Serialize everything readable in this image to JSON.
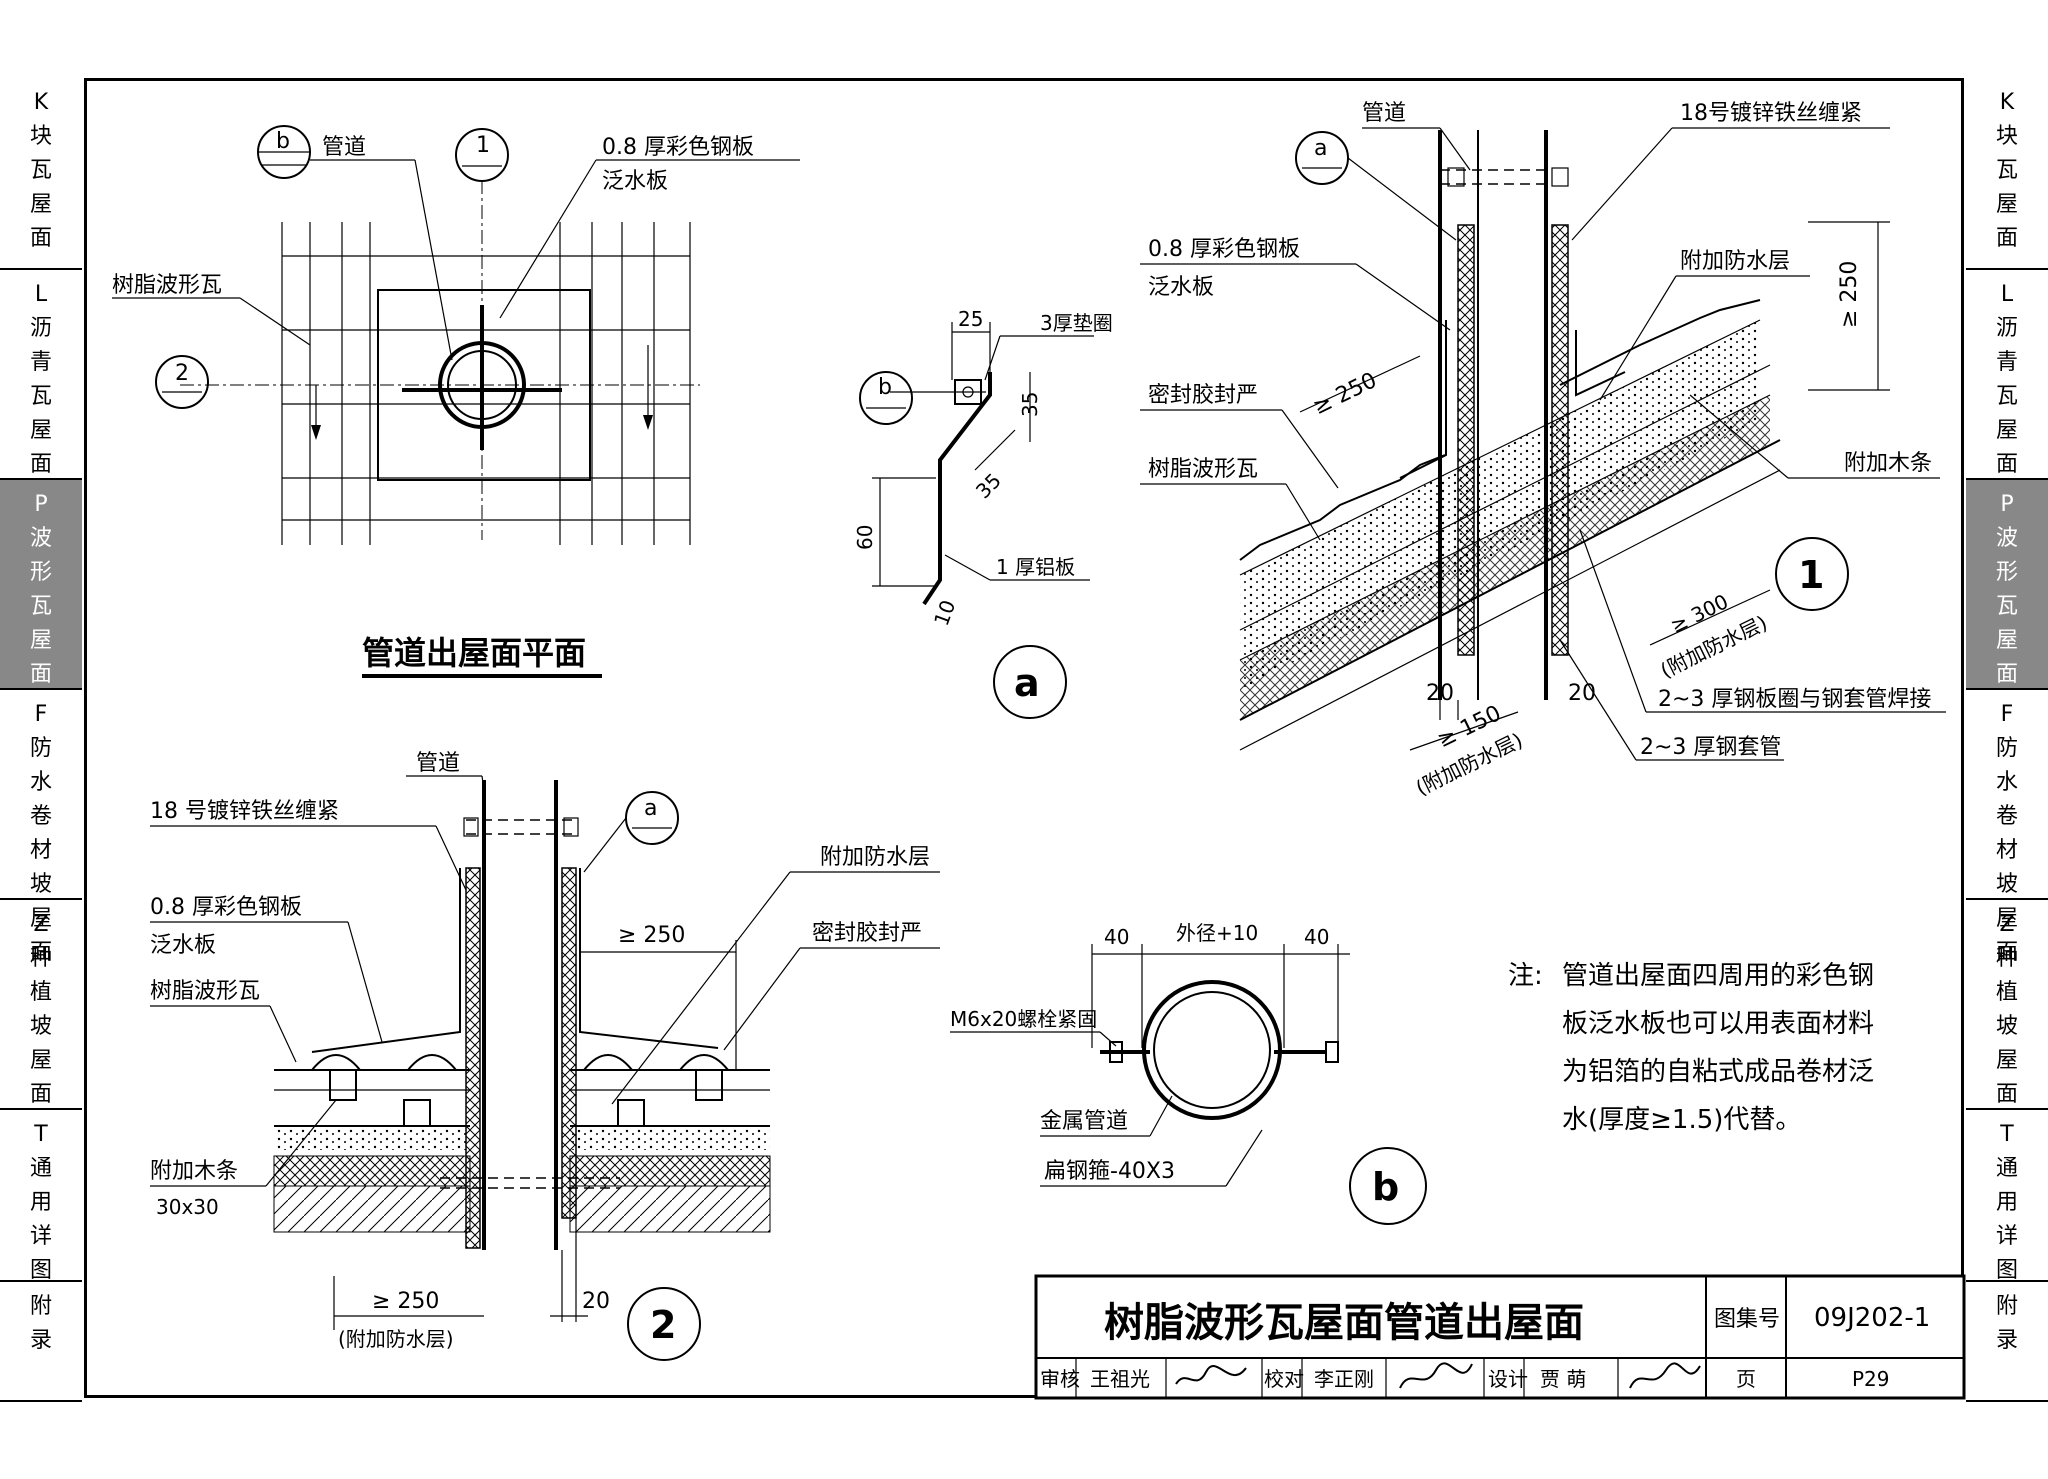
{
  "sidebar": {
    "tabs": [
      {
        "chars": [
          "K",
          "块",
          "瓦",
          "屋",
          "面"
        ],
        "active": false
      },
      {
        "chars": [
          "L",
          "沥",
          "青",
          "瓦",
          "屋",
          "面"
        ],
        "active": false
      },
      {
        "chars": [
          "P",
          "波",
          "形",
          "瓦",
          "屋",
          "面"
        ],
        "active": true
      },
      {
        "chars": [
          "F",
          "防",
          "水",
          "卷",
          "材",
          "坡",
          "屋",
          "面"
        ],
        "active": false
      },
      {
        "chars": [
          "Z",
          "种",
          "植",
          "坡",
          "屋",
          "面"
        ],
        "active": false
      },
      {
        "chars": [
          "T",
          "通",
          "用",
          "详",
          "图"
        ],
        "active": false
      },
      {
        "chars": [
          "附",
          "录"
        ],
        "active": false
      }
    ]
  },
  "plan": {
    "title": "管道出屋面平面",
    "label_pipe": "管道",
    "label_flashing_1": "0.8 厚彩色钢板",
    "label_flashing_2": "泛水板",
    "label_tile": "树脂波形瓦",
    "marker_b": "b",
    "marker_1": "1",
    "marker_2": "2"
  },
  "detail_a": {
    "label": "a",
    "marker_b": "b",
    "dim_25": "25",
    "dim_35a": "35",
    "dim_35b": "35",
    "dim_60": "60",
    "dim_10": "10",
    "label_washer": "3厚垫圈",
    "label_plate": "1 厚铝板"
  },
  "section_1": {
    "label": "1",
    "marker_a": "a",
    "label_pipe": "管道",
    "label_wire": "18号镀锌铁丝缠紧",
    "label_flashing_1": "0.8 厚彩色钢板",
    "label_flashing_2": "泛水板",
    "label_extra_waterproof": "附加防水层",
    "label_sealant": "密封胶封严",
    "label_tile": "树脂波形瓦",
    "label_batten": "附加木条",
    "dim_250_top": "≥ 250",
    "dim_250_left": "≥ 250",
    "dim_300": "≥ 300",
    "dim_300_note": "(附加防水层)",
    "dim_150": "≥ 150",
    "dim_150_note": "(附加防水层)",
    "dim_20a": "20",
    "dim_20b": "20",
    "label_ring": "2~3 厚钢板圈与钢套管焊接",
    "label_sleeve": "2~3 厚钢套管"
  },
  "section_2": {
    "label": "2",
    "marker_a": "a",
    "label_pipe": "管道",
    "label_wire": "18 号镀锌铁丝缠紧",
    "label_flashing_1": "0.8 厚彩色钢板",
    "label_flashing_2": "泛水板",
    "label_tile": "树脂波形瓦",
    "label_extra_waterproof": "附加防水层",
    "label_sealant": "密封胶封严",
    "label_batten_1": "附加木条",
    "label_batten_2": "30x30",
    "dim_250_top": "≥ 250",
    "dim_250_bottom": "≥ 250",
    "dim_250_note": "(附加防水层)",
    "dim_20": "20"
  },
  "detail_b": {
    "label": "b",
    "dim_40a": "40",
    "dim_od": "外径+10",
    "dim_40b": "40",
    "label_bolt": "M6x20螺栓紧固",
    "label_pipe": "金属管道",
    "label_hoop": "扁钢箍-40X3"
  },
  "note": {
    "prefix": "注:",
    "lines": [
      "管道出屋面四周用的彩色钢",
      "板泛水板也可以用表面材料",
      "为铝箔的自粘式成品卷材泛",
      "水(厚度≥1.5)代替。"
    ]
  },
  "title_block": {
    "title": "树脂波形瓦屋面管道出屋面",
    "atlas_label": "图集号",
    "atlas_no": "09J202-1",
    "review_label": "审核",
    "reviewer": "王祖光",
    "check_label": "校对",
    "checker": "李正刚",
    "design_label": "设计",
    "designer": "贾 萌",
    "page_label": "页",
    "page_no": "P29"
  }
}
